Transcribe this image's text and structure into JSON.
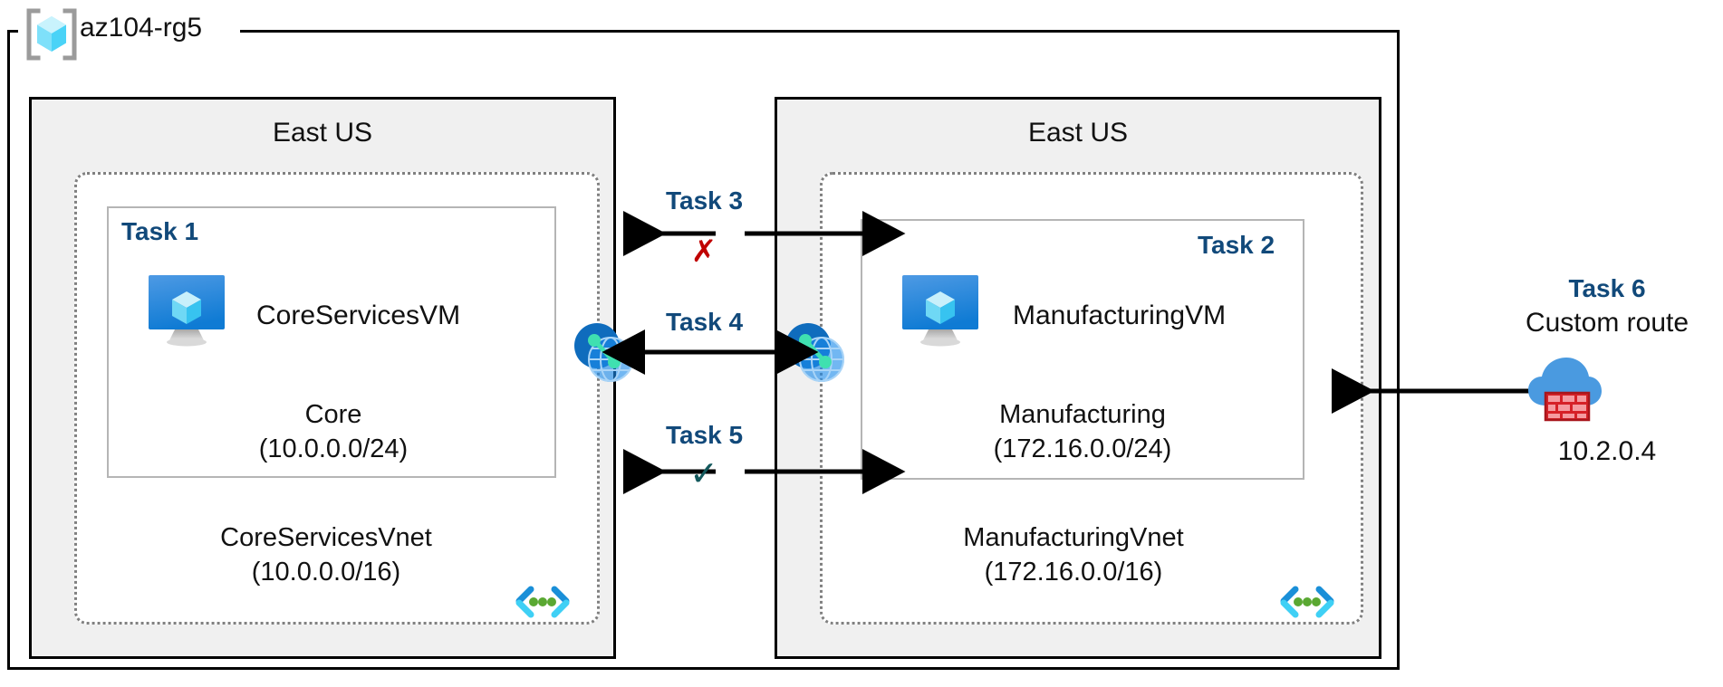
{
  "diagram": {
    "resource_group": {
      "name": "az104-rg5",
      "icon": "azure-resource-group-icon"
    },
    "regions": [
      {
        "name": "region-left",
        "label": "East US"
      },
      {
        "name": "region-right",
        "label": "East US"
      }
    ],
    "left": {
      "task_tag": "Task 1",
      "vm_name": "CoreServicesVM",
      "vm_icon": "virtual-machine-icon",
      "subnet_name": "Core",
      "subnet_cidr": "(10.0.0.0/24)",
      "vnet_name": "CoreServicesVnet",
      "vnet_cidr": "(10.0.0.0/16)",
      "vnet_glyph": "virtual-network-subnet-icon",
      "peering_icon": "vnet-peering-icon"
    },
    "right": {
      "task_tag": "Task 2",
      "vm_name": "ManufacturingVM",
      "vm_icon": "virtual-machine-icon",
      "subnet_name": "Manufacturing",
      "subnet_cidr": "(172.16.0.0/24)",
      "vnet_name": "ManufacturingVnet",
      "vnet_cidr": "(172.16.0.0/16)",
      "vnet_glyph": "virtual-network-subnet-icon",
      "peering_icon": "vnet-peering-icon"
    },
    "connections": [
      {
        "name": "task-3",
        "label": "Task 3",
        "marker": "✗",
        "marker_type": "cross",
        "marker_color": "#c00000",
        "style": "blocked"
      },
      {
        "name": "task-4",
        "label": "Task 4",
        "marker": "",
        "marker_type": "none",
        "style": "peering"
      },
      {
        "name": "task-5",
        "label": "Task 5",
        "marker": "✓",
        "marker_type": "check",
        "marker_color": "#13585c",
        "style": "allowed"
      }
    ],
    "firewall": {
      "task_tag": "Task 6",
      "label": "Custom route",
      "ip": "10.2.0.4",
      "icon": "firewall-cloud-icon"
    },
    "colors": {
      "task_text": "#11497a",
      "region_fill": "#f0f0f0",
      "region_border": "#000000",
      "vnet_border": "#808080",
      "subnet_border": "#b5b5b5",
      "cross": "#c00000",
      "check": "#13585c",
      "azure_blue": "#0f7bd4",
      "glyph_blue": "#1a8fd8",
      "glyph_cyan": "#3fd0f5",
      "glyph_green": "#5aa832",
      "brick_red": "#d62027"
    }
  }
}
